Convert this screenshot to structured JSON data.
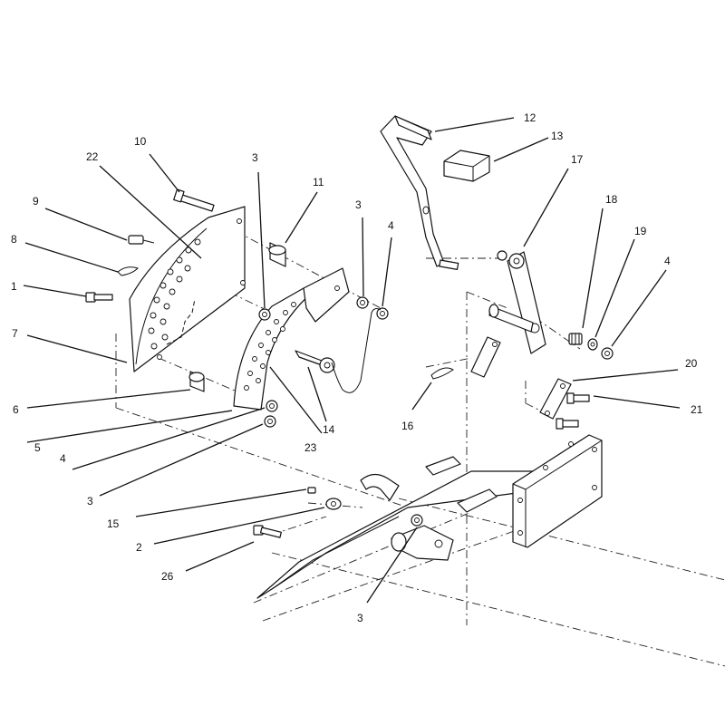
{
  "callouts": {
    "c1": "1",
    "c2": "2",
    "c3a": "3",
    "c3b": "3",
    "c3c": "3",
    "c3d": "3",
    "c4a": "4",
    "c4b": "4",
    "c4c": "4",
    "c5": "5",
    "c6": "6",
    "c7": "7",
    "c8": "8",
    "c9": "9",
    "c10": "10",
    "c11": "11",
    "c12": "12",
    "c13": "13",
    "c14": "14",
    "c15": "15",
    "c16": "16",
    "c17": "17",
    "c18": "18",
    "c19": "19",
    "c20": "20",
    "c21": "21",
    "c22": "22",
    "c23": "23",
    "c26": "26"
  }
}
